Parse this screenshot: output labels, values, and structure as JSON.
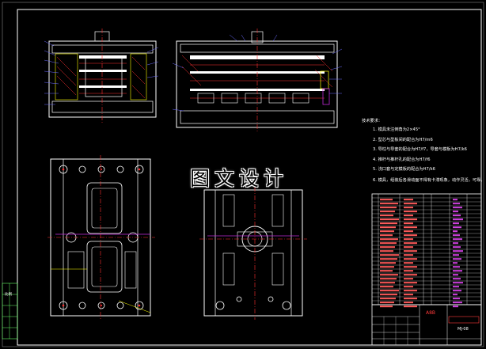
{
  "title_block": {
    "drawing_name": "A8B",
    "drawing_number": "MJ-08",
    "side_label": "比例"
  },
  "tech_requirements": {
    "title": "技术要求：",
    "items": [
      "1. 模具未注倒角为2×45°",
      "2. 型芯与型板间的配合为H7/m6",
      "3. 导柱与导套的配合为H7/f7，导套与模板为H7/k6",
      "4. 推杆与推杆孔的配合为H7/f6",
      "5. 浇口套与定模板的配合为H7/k6",
      "6. 模具，组装后各滑动面不得有卡滞现象，动作灵活，可靠。"
    ]
  },
  "watermark": "图文设计",
  "colors": {
    "background": "#000000",
    "outline": "#ffffff",
    "section": "#ff3030",
    "dimension": "#c02ad8",
    "leader": "#4444ff",
    "accent": "#ffff00"
  }
}
